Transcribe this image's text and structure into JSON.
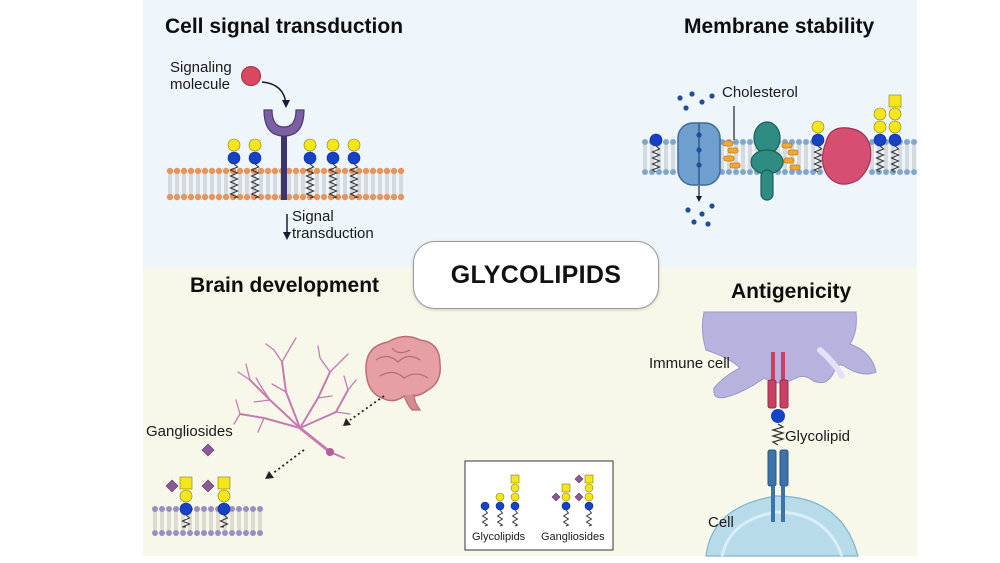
{
  "title": "GLYCOLIPIDS",
  "panels": {
    "signal": {
      "heading": "Cell signal transduction",
      "molecule_label_1": "Signaling",
      "molecule_label_2": "molecule",
      "output_label_1": "Signal",
      "output_label_2": "transduction"
    },
    "membrane": {
      "heading": "Membrane stability",
      "cholesterol_label": "Cholesterol"
    },
    "brain": {
      "heading": "Brain development",
      "gangliosides_label": "Gangliosides"
    },
    "antigen": {
      "heading": "Antigenicity",
      "immune_label": "Immune cell",
      "glycolipid_label": "Glycolipid",
      "cell_label": "Cell"
    }
  },
  "legend": {
    "glycolipids_label": "Glycolipids",
    "gangliosides_label": "Gangliosides"
  },
  "colors": {
    "top_bg": "#eef5fb",
    "bottom_bg": "#f8f8ea",
    "lipid_head_orange": "#e7955e",
    "lipid_head_blue": "#7fa6cf",
    "lipid_tail": "#9a9a9a",
    "sugar_yellow": "#f4e61a",
    "sugar_blue": "#1642c6",
    "sialic_purple": "#8a5a96",
    "receptor_purple": "#7a5fa3",
    "signaling_red": "#d8485f",
    "channel_blue": "#6f9fcf",
    "protein_teal": "#2e8c82",
    "protein_pink": "#d64e72",
    "cholesterol_orange": "#f2a633",
    "immune_cell": "#b7b3de",
    "target_cell": "#b7dbe9",
    "receptor_red": "#c94064",
    "receptor_blue": "#3d73a8",
    "neuron": "#c67bb0",
    "brain": "#e6a0a5"
  }
}
